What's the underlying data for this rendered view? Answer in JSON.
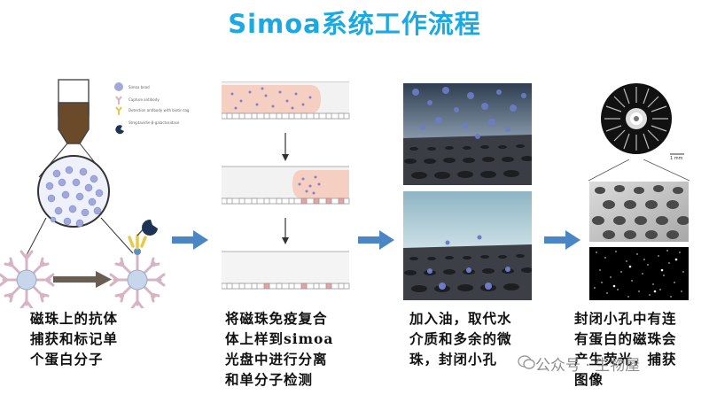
{
  "title": "Simoa系统工作流程",
  "steps": [
    {
      "caption_lines": [
        "磁珠上的抗体",
        "捕获和标记单",
        "个蛋白分子"
      ]
    },
    {
      "caption_lines": [
        "将磁珠免疫复合",
        "体上样到simoa",
        "光盘中进行分离",
        "和单分子检测"
      ]
    },
    {
      "caption_lines": [
        "加入油，取代水",
        "介质和多余的微",
        "珠，封闭小孔"
      ]
    },
    {
      "caption_lines": [
        "封闭小孔中有连",
        "有蛋白的磁珠会",
        "产生荧光，捕获",
        "图像"
      ]
    }
  ],
  "legend": [
    "Simoa bead",
    "Capture antibody",
    "Detection antibody with biotin tag",
    "Streptavidin-β-galactosidase"
  ],
  "scale_label": "1 mm",
  "watermark": "公众号 · 生物屋",
  "colors": {
    "title": "#1aa9e0",
    "arrow": "#4a86c5",
    "bead": "#9aa4d8",
    "antibody": "#d6b4c4",
    "well_fill": "#e9a0a0"
  }
}
